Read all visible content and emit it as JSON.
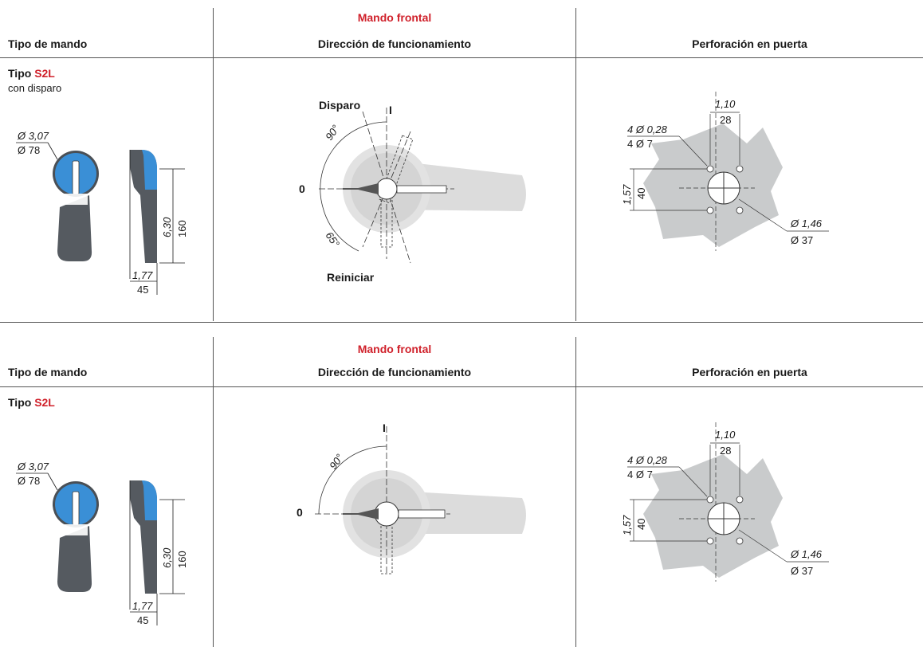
{
  "sections": [
    {
      "group_header": "Mando frontal",
      "col_headers": {
        "type": "Tipo de mando",
        "direction": "Dirección de funcionamiento",
        "drilling": "Perforación en puerta"
      },
      "type_prefix": "Tipo ",
      "type_code": "S2L",
      "type_sub": "con disparo",
      "handle": {
        "dia_in": "Ø 3,07",
        "dia_mm": "Ø 78",
        "height_in": "6,30",
        "height_mm": "160",
        "depth_in": "1,77",
        "depth_mm": "45"
      },
      "direction": {
        "label_on": "I",
        "label_trip": "Disparo",
        "label_off": "0",
        "label_reset": "Reiniciar",
        "angle_top": "90°",
        "angle_bottom": "65°"
      },
      "drilling": {
        "width_in": "1,10",
        "width_mm": "28",
        "holes_in": "4 Ø 0,28",
        "holes_mm": "4 Ø 7",
        "height_in": "1,57",
        "height_mm": "40",
        "hole_in": "Ø 1,46",
        "hole_mm": "Ø 37"
      }
    },
    {
      "group_header": "Mando frontal",
      "col_headers": {
        "type": "Tipo de mando",
        "direction": "Dirección de funcionamiento",
        "drilling": "Perforación en puerta"
      },
      "type_prefix": "Tipo ",
      "type_code": "S2L",
      "type_sub": "",
      "handle": {
        "dia_in": "Ø 3,07",
        "dia_mm": "Ø 78",
        "height_in": "6,30",
        "height_mm": "160",
        "depth_in": "1,77",
        "depth_mm": "45"
      },
      "direction": {
        "label_on": "I",
        "label_off": "0",
        "angle_top": "90°"
      },
      "drilling": {
        "width_in": "1,10",
        "width_mm": "28",
        "holes_in": "4 Ø 0,28",
        "holes_mm": "4 Ø 7",
        "height_in": "1,57",
        "height_mm": "40",
        "hole_in": "Ø 1,46",
        "hole_mm": "Ø 37"
      }
    }
  ],
  "colors": {
    "accent_red": "#d0212b",
    "handle_blue": "#3a8fd6",
    "handle_gray": "#555a60",
    "drill_gray": "#c9cbcc"
  }
}
